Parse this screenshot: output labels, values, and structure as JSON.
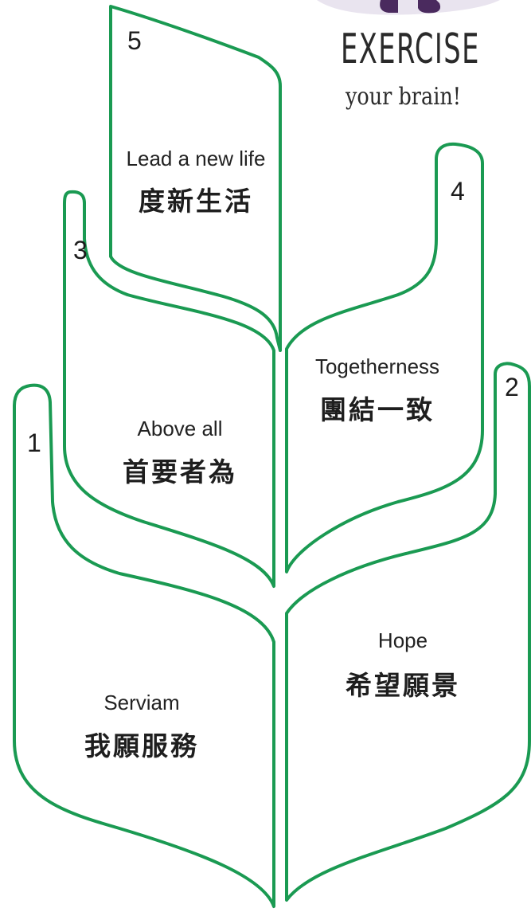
{
  "header": {
    "title": "EXERCISE",
    "subtitle": "your brain!"
  },
  "leaves": [
    {
      "number": "1",
      "english": "Serviam",
      "chinese": "我願服務"
    },
    {
      "number": "2",
      "english": "Hope",
      "chinese": "希望願景"
    },
    {
      "number": "3",
      "english": "Above all",
      "chinese": "首要者為"
    },
    {
      "number": "4",
      "english": "Togetherness",
      "chinese": "團結一致"
    },
    {
      "number": "5",
      "english": "Lead a new life",
      "chinese": "度新生活"
    }
  ],
  "colors": {
    "outline": "#1a9a52",
    "mascot": "#6b3d8c"
  }
}
